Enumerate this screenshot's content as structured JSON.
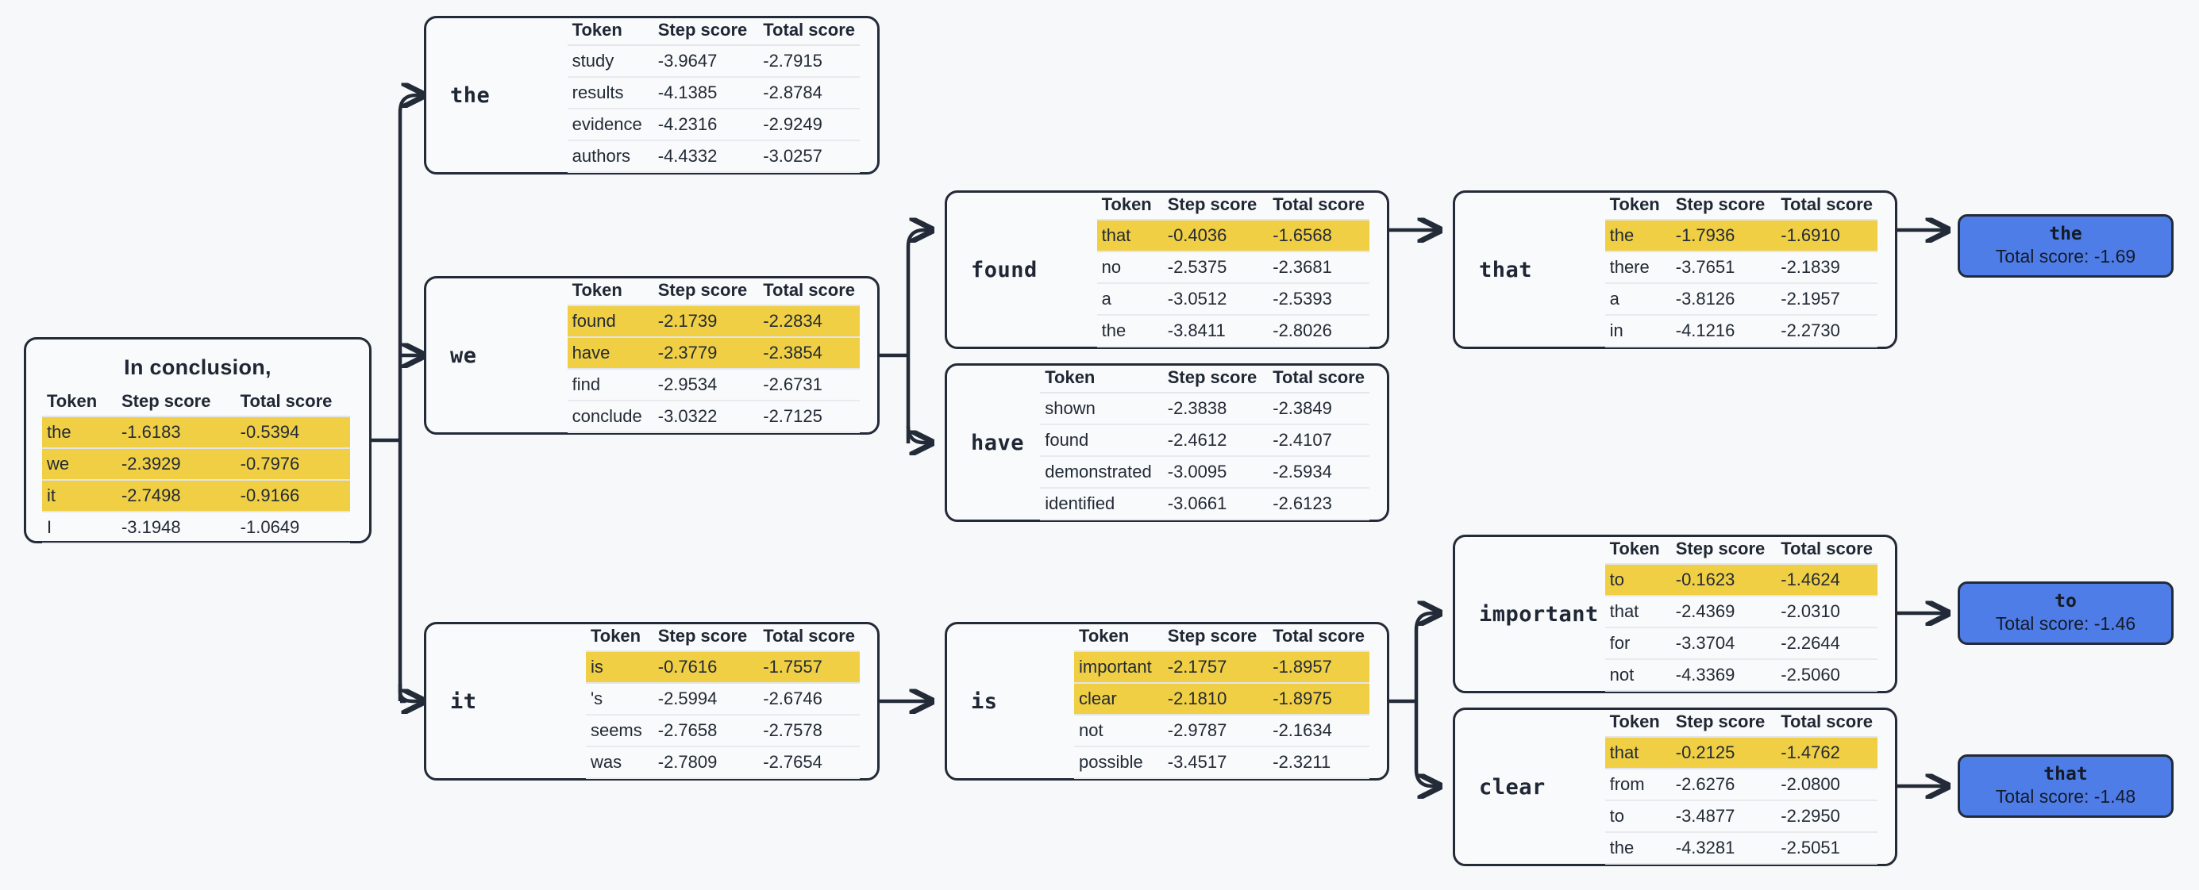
{
  "theme": {
    "background": "#f7f8fa",
    "node_fill": "#f9fafb",
    "node_border": "#232b38",
    "highlight": "#f0cf44",
    "leaf_fill": "#4e7de8",
    "text": "#1f2734"
  },
  "columns": [
    "Token",
    "Step score",
    "Total score"
  ],
  "root": {
    "title": "In conclusion,",
    "rows": [
      {
        "token": "the",
        "step": "-1.6183",
        "total": "-0.5394",
        "highlight": true
      },
      {
        "token": "we",
        "step": "-2.3929",
        "total": "-0.7976",
        "highlight": true
      },
      {
        "token": "it",
        "step": "-2.7498",
        "total": "-0.9166",
        "highlight": true
      },
      {
        "token": "I",
        "step": "-3.1948",
        "total": "-1.0649",
        "highlight": false
      }
    ]
  },
  "nodes": {
    "the": {
      "label": "the",
      "rows": [
        {
          "token": "study",
          "step": "-3.9647",
          "total": "-2.7915",
          "highlight": false
        },
        {
          "token": "results",
          "step": "-4.1385",
          "total": "-2.8784",
          "highlight": false
        },
        {
          "token": "evidence",
          "step": "-4.2316",
          "total": "-2.9249",
          "highlight": false
        },
        {
          "token": "authors",
          "step": "-4.4332",
          "total": "-3.0257",
          "highlight": false
        }
      ]
    },
    "we": {
      "label": "we",
      "rows": [
        {
          "token": "found",
          "step": "-2.1739",
          "total": "-2.2834",
          "highlight": true
        },
        {
          "token": "have",
          "step": "-2.3779",
          "total": "-2.3854",
          "highlight": true
        },
        {
          "token": "find",
          "step": "-2.9534",
          "total": "-2.6731",
          "highlight": false
        },
        {
          "token": "conclude",
          "step": "-3.0322",
          "total": "-2.7125",
          "highlight": false
        }
      ]
    },
    "found": {
      "label": "found",
      "rows": [
        {
          "token": "that",
          "step": "-0.4036",
          "total": "-1.6568",
          "highlight": true
        },
        {
          "token": "no",
          "step": "-2.5375",
          "total": "-2.3681",
          "highlight": false
        },
        {
          "token": "a",
          "step": "-3.0512",
          "total": "-2.5393",
          "highlight": false
        },
        {
          "token": "the",
          "step": "-3.8411",
          "total": "-2.8026",
          "highlight": false
        }
      ]
    },
    "have": {
      "label": "have",
      "rows": [
        {
          "token": "shown",
          "step": "-2.3838",
          "total": "-2.3849",
          "highlight": false
        },
        {
          "token": "found",
          "step": "-2.4612",
          "total": "-2.4107",
          "highlight": false
        },
        {
          "token": "demonstrated",
          "step": "-3.0095",
          "total": "-2.5934",
          "highlight": false
        },
        {
          "token": "identified",
          "step": "-3.0661",
          "total": "-2.6123",
          "highlight": false
        }
      ]
    },
    "that": {
      "label": "that",
      "rows": [
        {
          "token": "the",
          "step": "-1.7936",
          "total": "-1.6910",
          "highlight": true
        },
        {
          "token": "there",
          "step": "-3.7651",
          "total": "-2.1839",
          "highlight": false
        },
        {
          "token": "a",
          "step": "-3.8126",
          "total": "-2.1957",
          "highlight": false
        },
        {
          "token": "in",
          "step": "-4.1216",
          "total": "-2.2730",
          "highlight": false
        }
      ]
    },
    "it": {
      "label": "it",
      "rows": [
        {
          "token": "is",
          "step": "-0.7616",
          "total": "-1.7557",
          "highlight": true
        },
        {
          "token": "'s",
          "step": "-2.5994",
          "total": "-2.6746",
          "highlight": false
        },
        {
          "token": "seems",
          "step": "-2.7658",
          "total": "-2.7578",
          "highlight": false
        },
        {
          "token": "was",
          "step": "-2.7809",
          "total": "-2.7654",
          "highlight": false
        }
      ]
    },
    "is": {
      "label": "is",
      "rows": [
        {
          "token": "important",
          "step": "-2.1757",
          "total": "-1.8957",
          "highlight": true
        },
        {
          "token": "clear",
          "step": "-2.1810",
          "total": "-1.8975",
          "highlight": true
        },
        {
          "token": "not",
          "step": "-2.9787",
          "total": "-2.1634",
          "highlight": false
        },
        {
          "token": "possible",
          "step": "-3.4517",
          "total": "-2.3211",
          "highlight": false
        }
      ]
    },
    "important": {
      "label": "important",
      "rows": [
        {
          "token": "to",
          "step": "-0.1623",
          "total": "-1.4624",
          "highlight": true
        },
        {
          "token": "that",
          "step": "-2.4369",
          "total": "-2.0310",
          "highlight": false
        },
        {
          "token": "for",
          "step": "-3.3704",
          "total": "-2.2644",
          "highlight": false
        },
        {
          "token": "not",
          "step": "-4.3369",
          "total": "-2.5060",
          "highlight": false
        }
      ]
    },
    "clear": {
      "label": "clear",
      "rows": [
        {
          "token": "that",
          "step": "-0.2125",
          "total": "-1.4762",
          "highlight": true
        },
        {
          "token": "from",
          "step": "-2.6276",
          "total": "-2.0800",
          "highlight": false
        },
        {
          "token": "to",
          "step": "-3.4877",
          "total": "-2.2950",
          "highlight": false
        },
        {
          "token": "the",
          "step": "-4.3281",
          "total": "-2.5051",
          "highlight": false
        }
      ]
    }
  },
  "leaves": {
    "leaf_the": {
      "token": "the",
      "score": "Total score: -1.69"
    },
    "leaf_to": {
      "token": "to",
      "score": "Total score: -1.46"
    },
    "leaf_that": {
      "token": "that",
      "score": "Total score: -1.48"
    }
  }
}
